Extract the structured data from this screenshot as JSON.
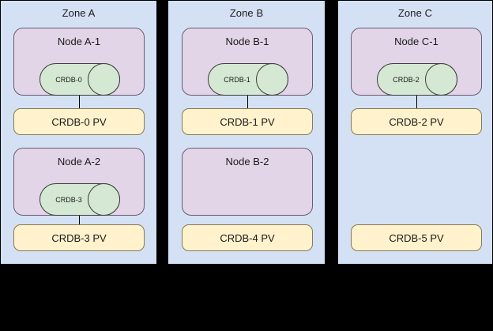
{
  "diagram": {
    "background_color": "#000000",
    "zone_fill": "#d4e1f5",
    "node_fill": "#e1d5e7",
    "pod_fill": "#d5e8d4",
    "pv_fill": "#fff2cc",
    "stroke_color": "#000000"
  },
  "zones": [
    {
      "title": "Zone A",
      "nodes": [
        {
          "title": "Node A-1",
          "pod": {
            "label": "CRDB-0"
          },
          "has_pod": true,
          "connected": true
        },
        {
          "title": "Node A-2",
          "pod": {
            "label": "CRDB-3"
          },
          "has_pod": true,
          "connected": true
        }
      ],
      "volumes": [
        {
          "label": "CRDB-0 PV"
        },
        {
          "label": "CRDB-3 PV"
        }
      ]
    },
    {
      "title": "Zone B",
      "nodes": [
        {
          "title": "Node B-1",
          "pod": {
            "label": "CRDB-1"
          },
          "has_pod": true,
          "connected": true
        },
        {
          "title": "Node B-2",
          "pod": {
            "label": ""
          },
          "has_pod": false,
          "connected": false
        }
      ],
      "volumes": [
        {
          "label": "CRDB-1 PV"
        },
        {
          "label": "CRDB-4 PV"
        }
      ]
    },
    {
      "title": "Zone C",
      "nodes": [
        {
          "title": "Node C-1",
          "pod": {
            "label": "CRDB-2"
          },
          "has_pod": true,
          "connected": true
        }
      ],
      "volumes": [
        {
          "label": "CRDB-2 PV"
        },
        {
          "label": "CRDB-5 PV"
        }
      ]
    }
  ]
}
